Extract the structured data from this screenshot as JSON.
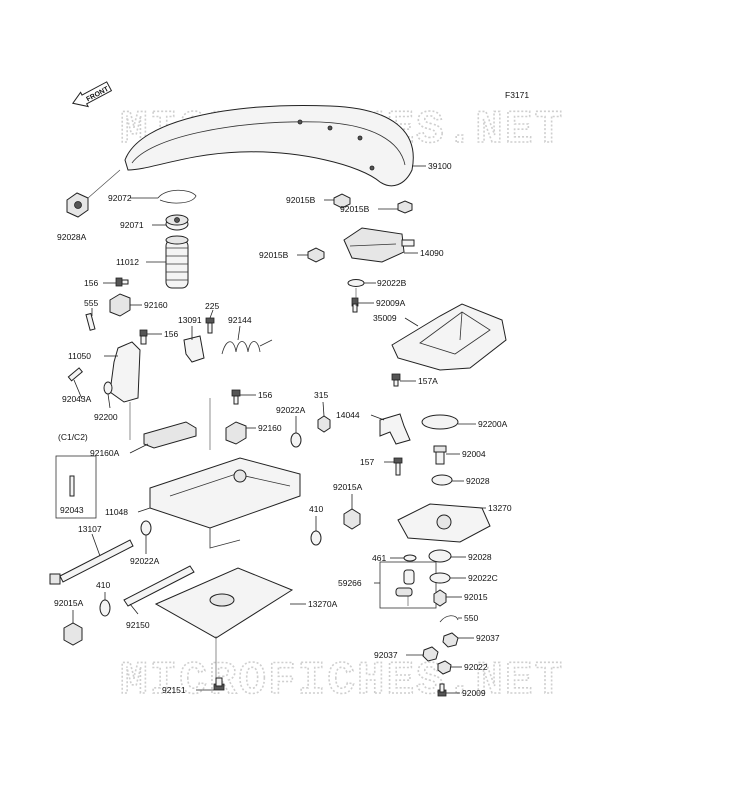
{
  "figure_code": "F3171",
  "watermark": "MICROFICHES.NET",
  "front_arrow_label": "FRONT",
  "group_label": "(C1/C2)",
  "parts": [
    {
      "id": "39100"
    },
    {
      "id": "92028A"
    },
    {
      "id": "92072"
    },
    {
      "id": "92071"
    },
    {
      "id": "11012"
    },
    {
      "id": "92015B"
    },
    {
      "id": "92015B"
    },
    {
      "id": "92015B"
    },
    {
      "id": "14090"
    },
    {
      "id": "92022B"
    },
    {
      "id": "92009A"
    },
    {
      "id": "35009"
    },
    {
      "id": "157A"
    },
    {
      "id": "156"
    },
    {
      "id": "555"
    },
    {
      "id": "92160"
    },
    {
      "id": "225"
    },
    {
      "id": "13091"
    },
    {
      "id": "92144"
    },
    {
      "id": "156"
    },
    {
      "id": "11050"
    },
    {
      "id": "92043A"
    },
    {
      "id": "92200"
    },
    {
      "id": "156"
    },
    {
      "id": "315"
    },
    {
      "id": "92022A"
    },
    {
      "id": "92160"
    },
    {
      "id": "14044"
    },
    {
      "id": "92200A"
    },
    {
      "id": "92160A"
    },
    {
      "id": "157"
    },
    {
      "id": "92004"
    },
    {
      "id": "92028"
    },
    {
      "id": "92015A"
    },
    {
      "id": "13270"
    },
    {
      "id": "92043"
    },
    {
      "id": "11048"
    },
    {
      "id": "410"
    },
    {
      "id": "13107"
    },
    {
      "id": "92022A"
    },
    {
      "id": "461"
    },
    {
      "id": "92028"
    },
    {
      "id": "59266"
    },
    {
      "id": "92022C"
    },
    {
      "id": "410"
    },
    {
      "id": "92015"
    },
    {
      "id": "92015A"
    },
    {
      "id": "92150"
    },
    {
      "id": "13270A"
    },
    {
      "id": "550"
    },
    {
      "id": "92037"
    },
    {
      "id": "92037"
    },
    {
      "id": "92022"
    },
    {
      "id": "92151"
    },
    {
      "id": "92009"
    }
  ]
}
